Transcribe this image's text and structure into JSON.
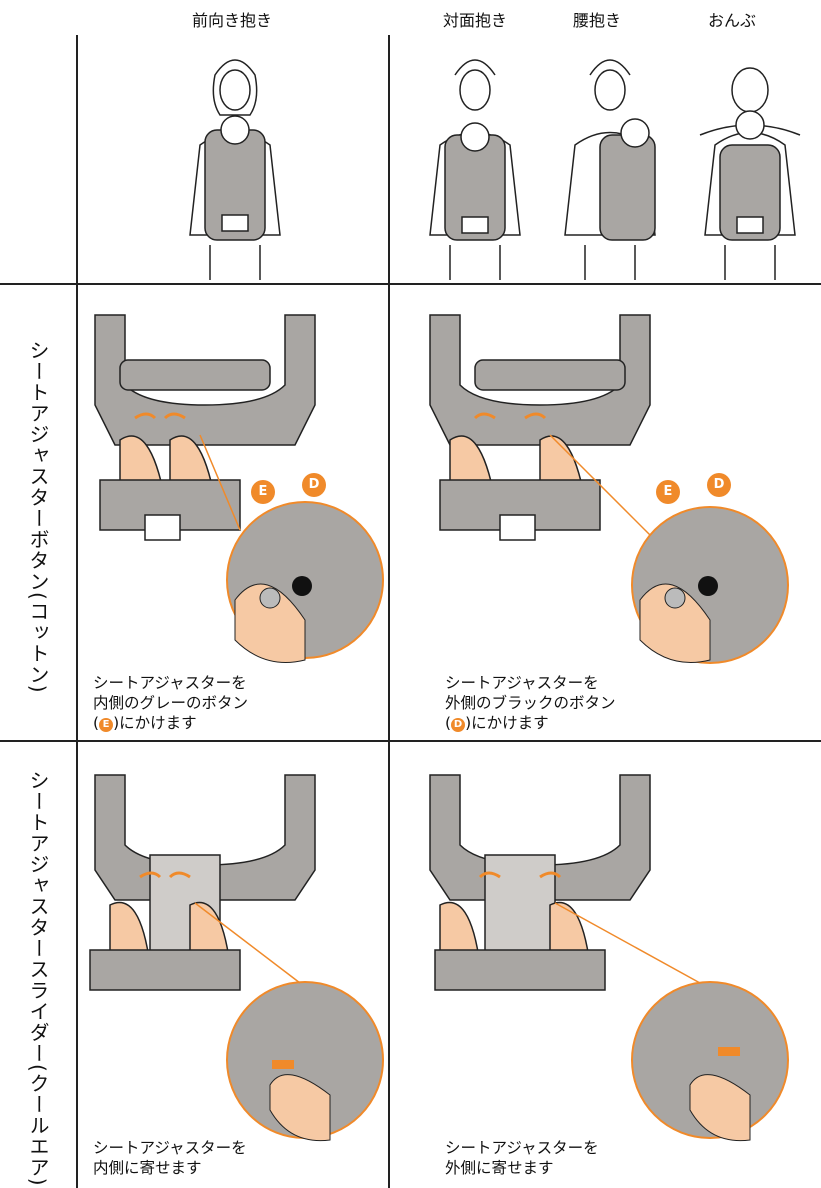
{
  "headers": {
    "front_facing": "前向き抱き",
    "facing_in": "対面抱き",
    "hip": "腰抱き",
    "back": "おんぶ"
  },
  "rows": {
    "cotton": {
      "label": "シートアジャスターボタン(コットン)"
    },
    "coolair": {
      "label": "シートアジャスタースライダー(クールエア)"
    }
  },
  "captions": {
    "cotton_inner": {
      "line1": "シートアジャスターを",
      "line2": "内側のグレーのボタン",
      "line3_open": "(",
      "badge": "E",
      "line3_rest": ")にかけます"
    },
    "cotton_outer": {
      "line1": "シートアジャスターを",
      "line2": "外側のブラックのボタン",
      "line3_open": "(",
      "badge": "D",
      "line3_rest": ")にかけます"
    },
    "coolair_inner": {
      "line1": "シートアジャスターを",
      "line2": "内側に寄せます"
    },
    "coolair_outer": {
      "line1": "シートアジャスターを",
      "line2": "外側に寄せます"
    }
  },
  "callouts": {
    "button_e": "E",
    "button_d": "D"
  },
  "colors": {
    "accent": "#f08a2a",
    "carrier_gray": "#a9a6a3",
    "skin": "#f6c9a4",
    "line": "#222222"
  }
}
